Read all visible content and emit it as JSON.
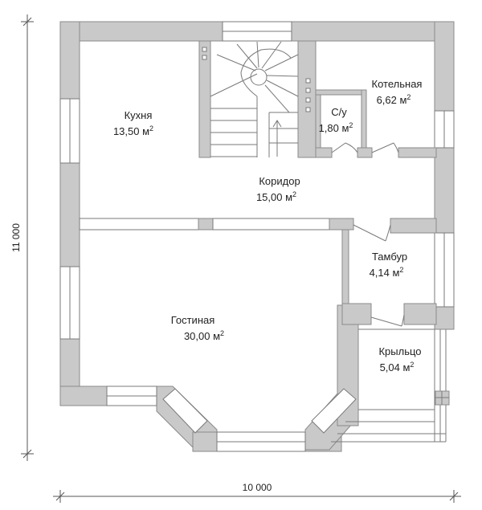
{
  "rooms": {
    "kitchen": {
      "name": "Кухня",
      "area": "13,50 м",
      "unit_exp": "2"
    },
    "boiler": {
      "name": "Котельная",
      "area": "6,62 м",
      "unit_exp": "2"
    },
    "wc": {
      "name": "С/у",
      "area": "1,80 м",
      "unit_exp": "2"
    },
    "corridor": {
      "name": "Коридор",
      "area": "15,00 м",
      "unit_exp": "2"
    },
    "vestibule": {
      "name": "Тамбур",
      "area": "4,14 м",
      "unit_exp": "2"
    },
    "living": {
      "name": "Гостиная",
      "area": "30,00 м",
      "unit_exp": "2"
    },
    "porch": {
      "name": "Крыльцо",
      "area": "5,04 м",
      "unit_exp": "2"
    }
  },
  "dimensions": {
    "width": "10 000",
    "height": "11 000"
  }
}
